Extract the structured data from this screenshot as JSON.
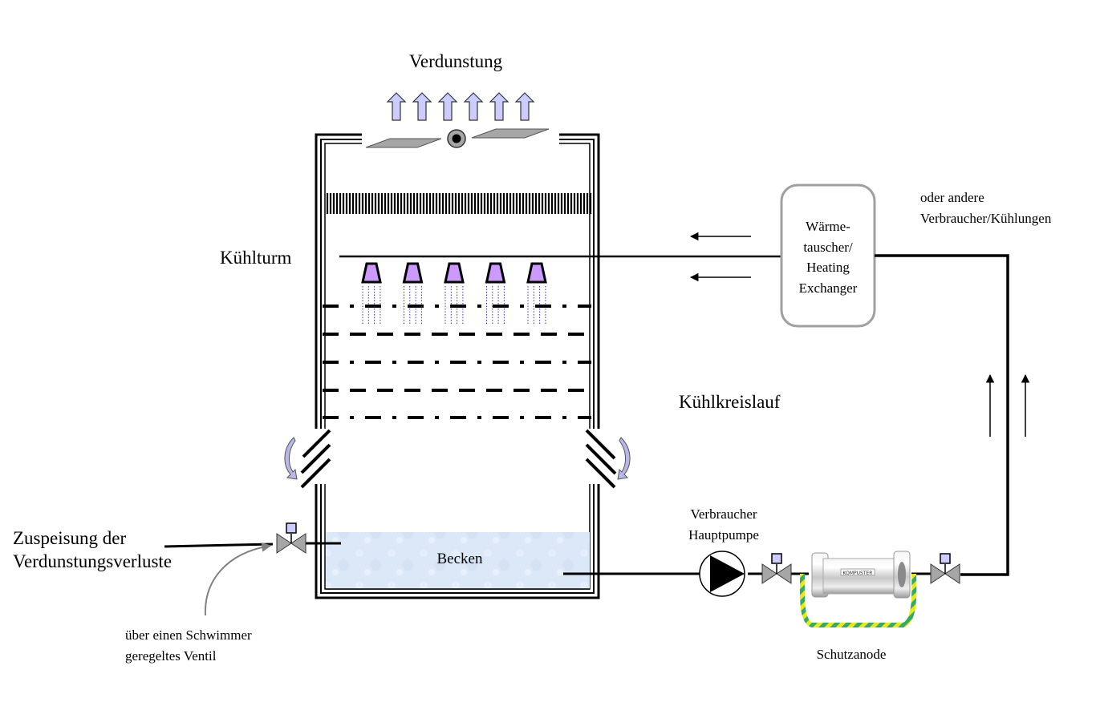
{
  "labels": {
    "evaporation": "Verdunstung",
    "cooling_tower": "Kühlturm",
    "basin": "Becken",
    "cooling_circuit": "Kühlkreislauf",
    "feed": [
      "Zuspeisung der",
      "Verdunstungsverluste"
    ],
    "float_valve": [
      "über einen Schwimmer",
      "geregeltes Ventil"
    ],
    "heat_exchanger": [
      "Wärme-",
      "tauscher/",
      "Heating",
      "Exchanger"
    ],
    "other_consumers": [
      "oder andere",
      "Verbraucher/Kühlungen"
    ],
    "main_pump": [
      "Verbraucher",
      "Hauptpumpe"
    ],
    "protective_anode": "Schutzanode",
    "anode_brand": "KOMPUSTER"
  },
  "components": {
    "evaporation_arrows": 6,
    "spray_nozzles": 5,
    "fill_layers": [
      "dash-dot",
      "dashed",
      "dash-dot",
      "dashed",
      "dash-dot"
    ],
    "valves": [
      "feed-valve",
      "pump-outlet-valve",
      "anode-outlet-valve"
    ]
  },
  "colors": {
    "line": "#000000",
    "arrow_fill": "#ccccff",
    "nozzle_fill": "#cc99ff",
    "spray": "#3333cc",
    "valve_fill": "#a6a6a6",
    "valve_actuator": "#ccccff",
    "fan_blade": "#a6a6a6",
    "water": "#dbe8f8",
    "hx_border": "#a0a0a0",
    "anode_cable_green": "#33aa66",
    "anode_cable_yellow": "#e8e81a",
    "curved_arrow": "#b8b8e8",
    "pointer_arrow": "#808080"
  }
}
